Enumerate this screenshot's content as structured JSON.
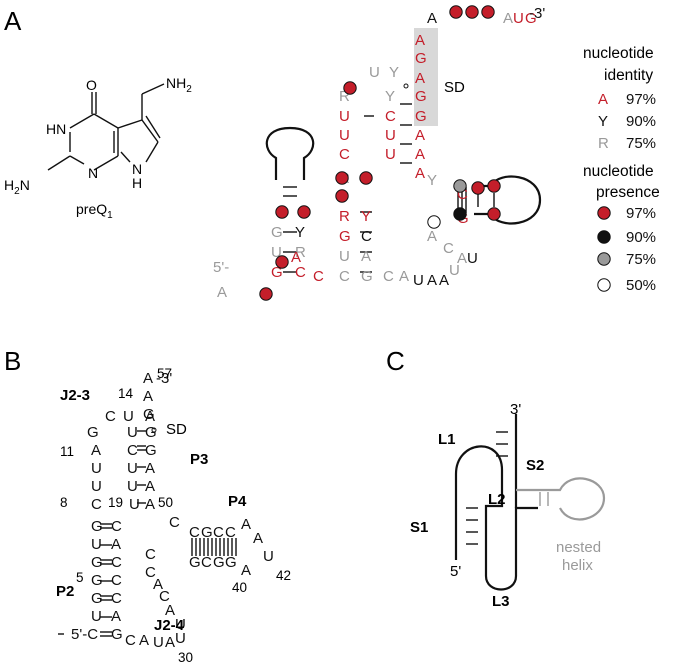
{
  "colors": {
    "red": "#c41e2a",
    "black": "#111111",
    "grey": "#9a9a9a",
    "sd_highlight": "#d8d8d8"
  },
  "panels": {
    "a": "A",
    "b": "B",
    "c": "C"
  },
  "panel_a": {
    "molecule_label": "preQ",
    "molecule_subscript": "1",
    "chem_atoms": {
      "o": "O",
      "hn": "HN",
      "nh2_amino": "NH",
      "nh2_sub": "2",
      "h2n": "H",
      "h2n_sub": "2",
      "h2n_n": "N",
      "n_ring": "N",
      "n_pyrrole": "N",
      "h_pyrrole": "H"
    },
    "sd_label": "SD",
    "five_prime_end": "5'-",
    "three_prime_end": "-3'",
    "legend": {
      "identity_title_1": "nucleotide",
      "identity_title_2": "identity",
      "presence_title_1": "nucleotide",
      "presence_title_2": "presence",
      "identity": [
        {
          "symbol": "A",
          "color": "red",
          "value": "97%"
        },
        {
          "symbol": "Y",
          "color": "black",
          "value": "90%"
        },
        {
          "symbol": "R",
          "color": "grey",
          "value": "75%"
        }
      ],
      "presence": [
        {
          "fill": "red",
          "value": "97%"
        },
        {
          "fill": "black",
          "value": "90%"
        },
        {
          "fill": "grey",
          "value": "75%"
        },
        {
          "fill": "white",
          "value": "50%"
        }
      ]
    }
  },
  "panel_b": {
    "labels": {
      "j23": "J2-3",
      "p3": "P3",
      "p4": "P4",
      "p2": "P2",
      "j24": "J2-4",
      "sd": "SD"
    },
    "numbers": [
      "14",
      "57",
      "11",
      "8",
      "19",
      "50",
      "5",
      "42",
      "40",
      "30"
    ],
    "five_prime": "5'-",
    "three_prime": "-3'"
  },
  "panel_c": {
    "labels": {
      "l1": "L1",
      "s1": "S1",
      "l2": "L2",
      "s2": "S2",
      "l3": "L3",
      "three_prime": "3'",
      "five_prime": "5'",
      "nested_1": "nested",
      "nested_2": "helix"
    }
  }
}
